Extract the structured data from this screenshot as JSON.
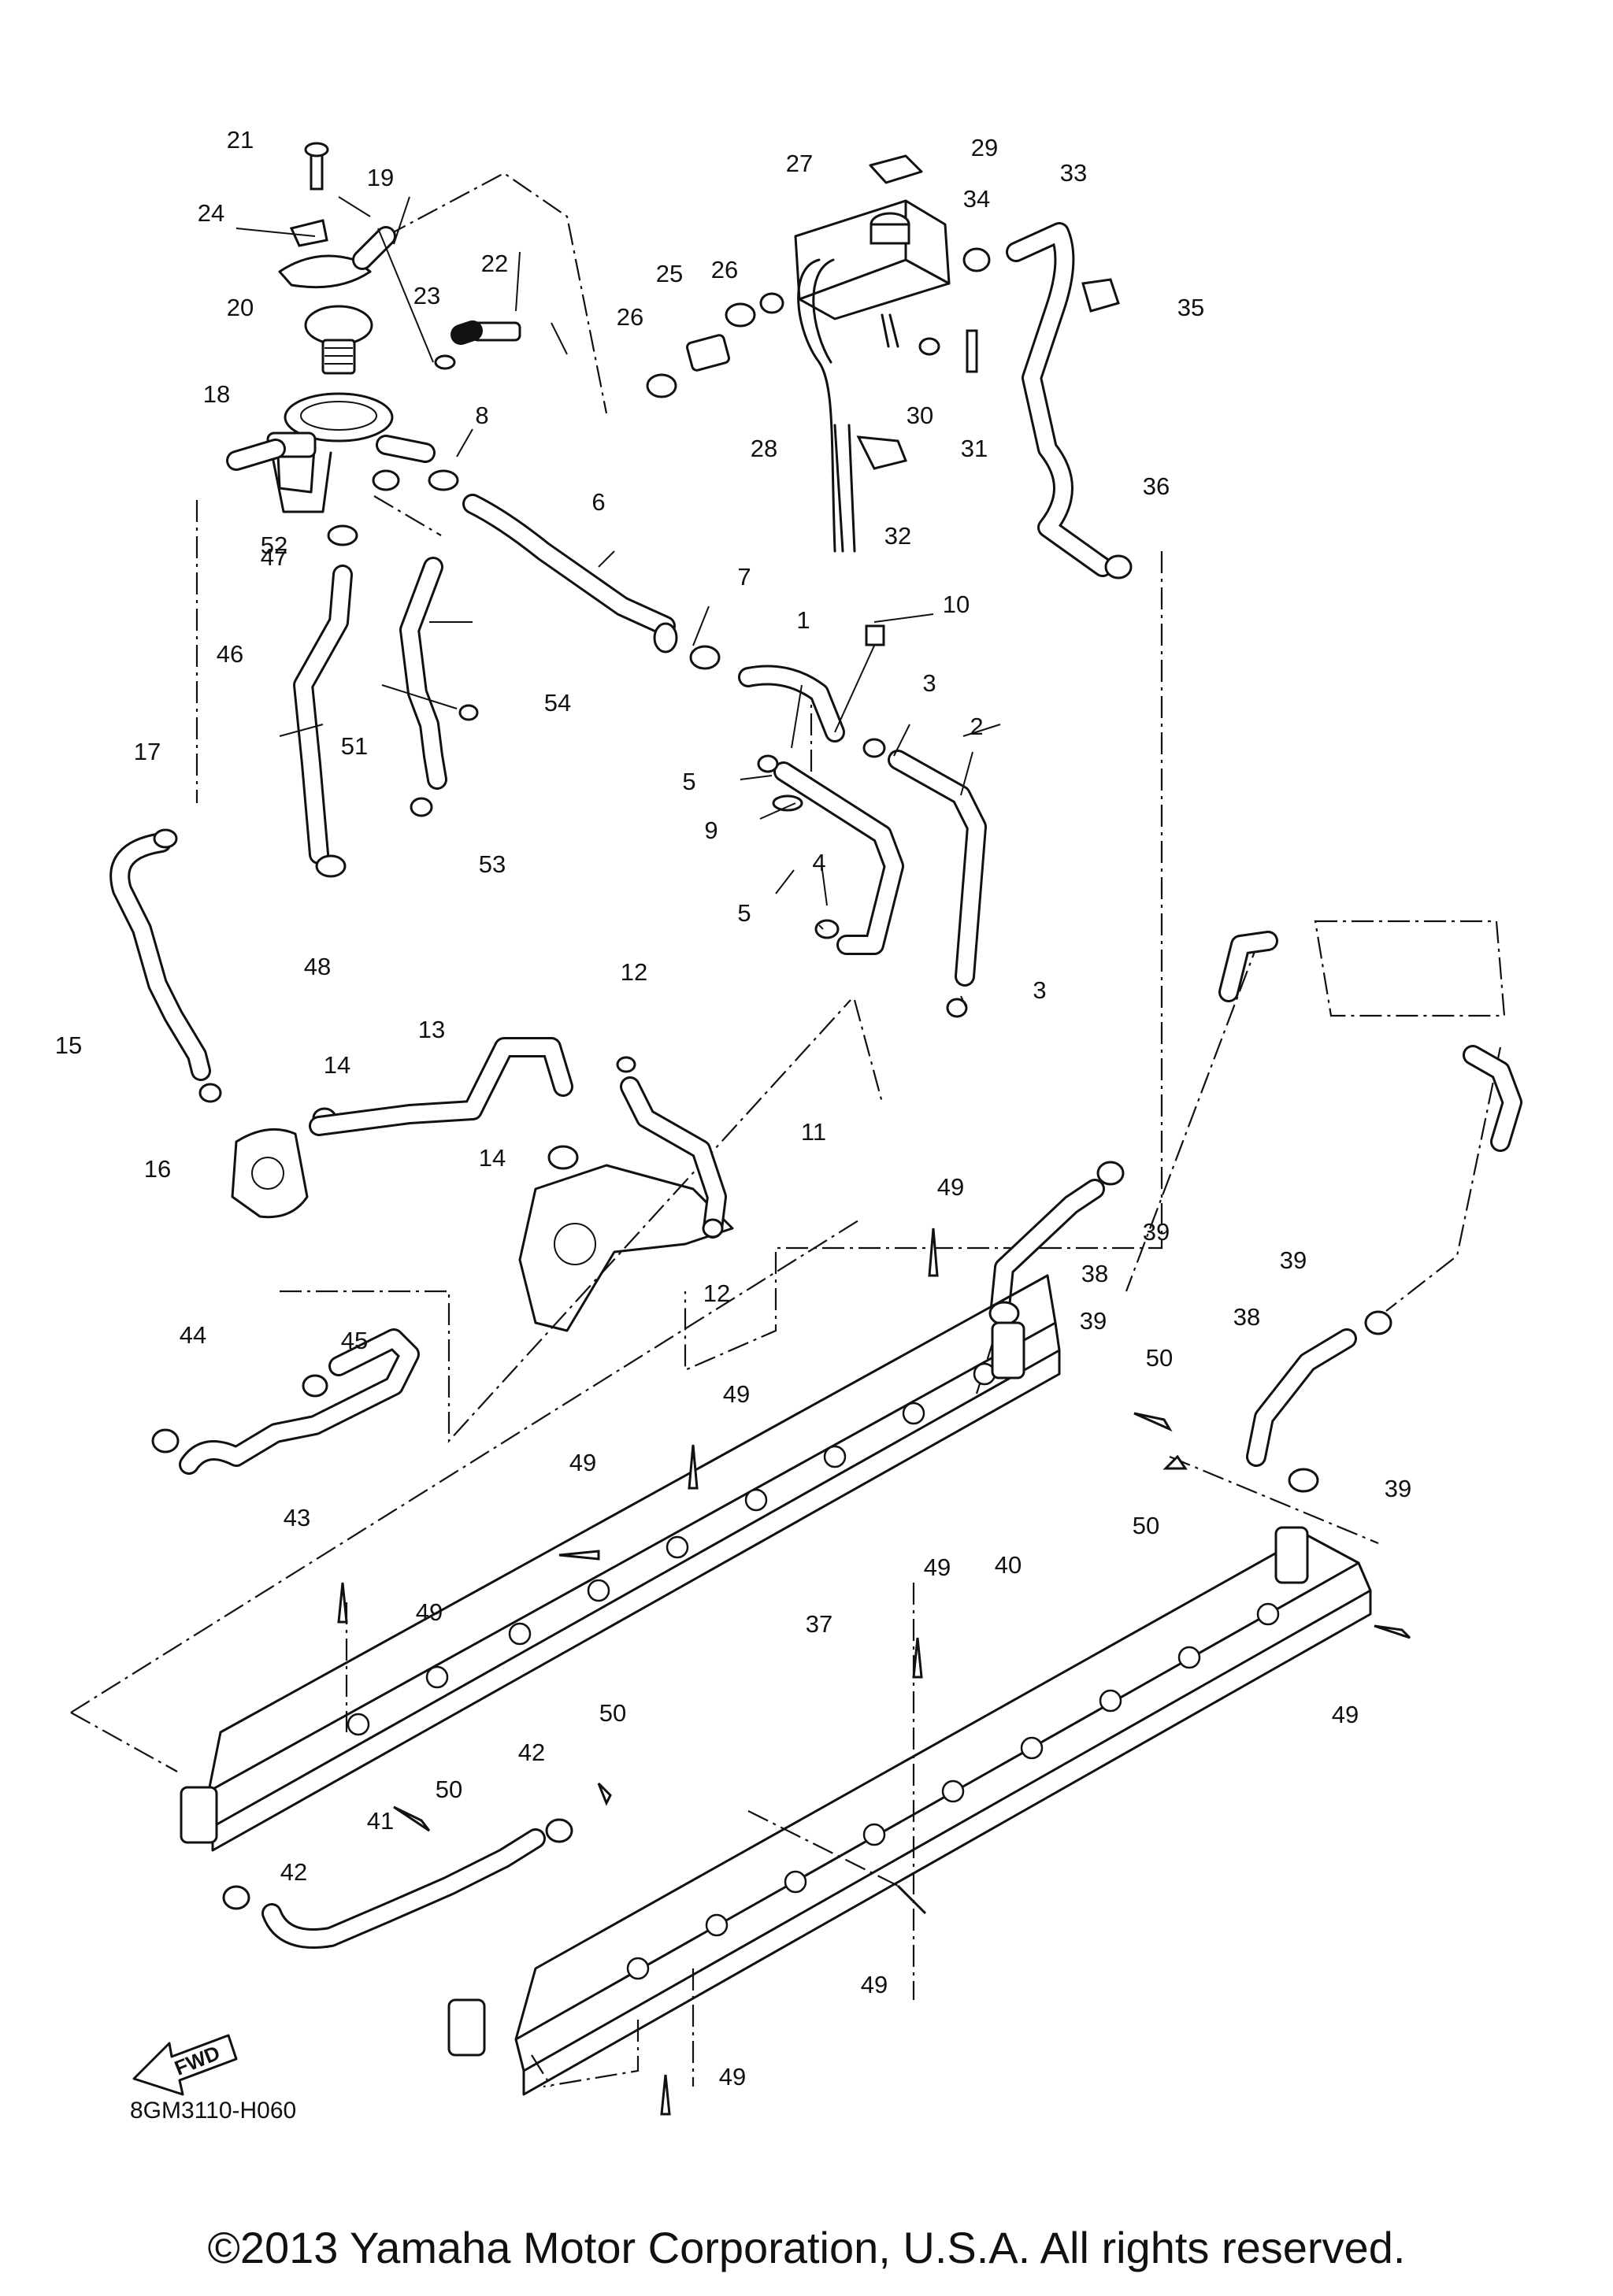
{
  "diagram": {
    "part_code": "8GM3110-H060",
    "fwd_label": "FWD",
    "copyright": "©2013 Yamaha Motor Corporation, U.S.A. All rights reserved.",
    "callouts": [
      "1",
      "2",
      "3",
      "3",
      "4",
      "5",
      "5",
      "6",
      "7",
      "8",
      "9",
      "10",
      "11",
      "12",
      "12",
      "13",
      "14",
      "14",
      "15",
      "16",
      "17",
      "18",
      "19",
      "20",
      "21",
      "22",
      "23",
      "24",
      "25",
      "26",
      "26",
      "27",
      "28",
      "29",
      "30",
      "31",
      "32",
      "33",
      "34",
      "35",
      "36",
      "37",
      "38",
      "38",
      "39",
      "39",
      "39",
      "39",
      "40",
      "41",
      "42",
      "42",
      "43",
      "44",
      "45",
      "46",
      "47",
      "48",
      "49",
      "49",
      "49",
      "49",
      "49",
      "49",
      "49",
      "49",
      "50",
      "50",
      "50",
      "50",
      "51",
      "52",
      "53",
      "54"
    ]
  }
}
